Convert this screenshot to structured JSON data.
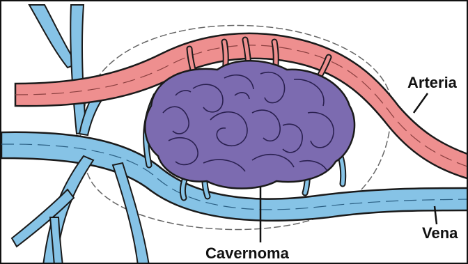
{
  "labels": {
    "arteria": "Arteria",
    "vena": "Vena",
    "cavernoma": "Cavernoma"
  },
  "colors": {
    "artery": "#ee8f8f",
    "vein": "#86c3e6",
    "cavernoma": "#7c6bb0",
    "outline": "#1a1a1a"
  }
}
